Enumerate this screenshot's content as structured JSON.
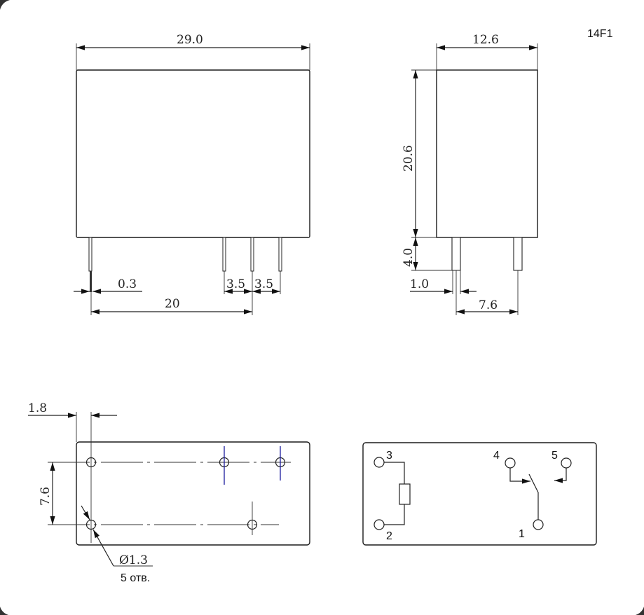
{
  "model_label": "14F1",
  "front_view": {
    "width_dim": "29.0",
    "pin_width_dim": "0.3",
    "pin_span_dim": "20",
    "pin_pitch_1": "3.5",
    "pin_pitch_2": "3.5"
  },
  "side_view": {
    "depth_dim": "12.6",
    "height_dim": "20.6",
    "pin_length_dim": "4.0",
    "pin_thickness_dim": "1.0",
    "pin_row_spacing_dim": "7.6"
  },
  "footprint": {
    "edge_offset_dim": "1.8",
    "row_spacing_dim": "7.6",
    "hole_diameter_dim": "Ø1.3",
    "hole_count_note": "5 отв."
  },
  "schematic": {
    "pins": [
      "3",
      "2",
      "4",
      "5",
      "1"
    ]
  }
}
